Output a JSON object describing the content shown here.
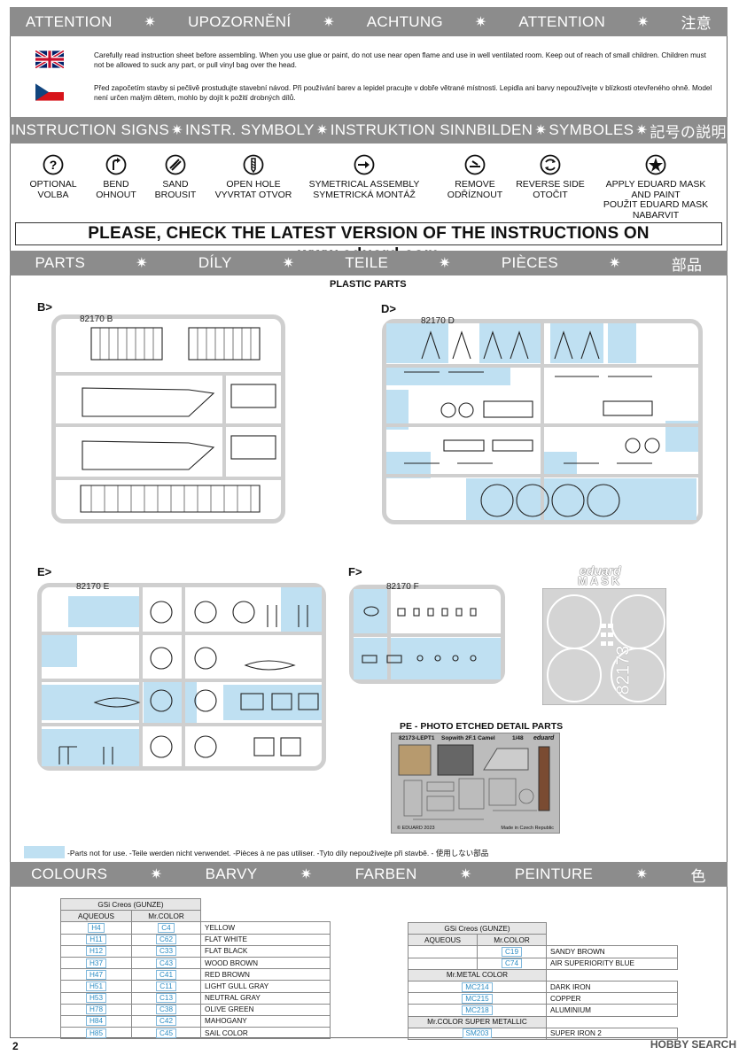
{
  "attention_bar": [
    "ATTENTION",
    "UPOZORNĚNÍ",
    "ACHTUNG",
    "ATTENTION",
    "注意"
  ],
  "warnings": {
    "en": "Carefully read instruction sheet before assembling. When you use glue or paint, do not use near open flame and use in well ventilated room. Keep out of reach of small children. Children must not be allowed to suck any part, or pull vinyl bag over the head.",
    "cz": "Před započetím stavby si pečlivě prostudujte stavební návod. Při používání barev a lepidel pracujte v dobře větrané místnosti. Lepidla ani barvy nepoužívejte v blízkosti otevřeného ohně. Model není určen malým dětem, mohlo by dojít k požití drobných dílů."
  },
  "signs_bar": [
    "INSTRUCTION SIGNS",
    "INSTR. SYMBOLY",
    "INSTRUKTION SINNBILDEN",
    "SYMBOLES",
    "記号の説明"
  ],
  "signs": [
    {
      "icon": "question-icon",
      "l1": "OPTIONAL",
      "l2": "VOLBA",
      "l3": "",
      "l4": ""
    },
    {
      "icon": "bend-icon",
      "l1": "BEND",
      "l2": "OHNOUT",
      "l3": "",
      "l4": ""
    },
    {
      "icon": "sand-icon",
      "l1": "SAND",
      "l2": "BROUSIT",
      "l3": "",
      "l4": ""
    },
    {
      "icon": "drill-icon",
      "l1": "OPEN HOLE",
      "l2": "VYVRTAT OTVOR",
      "l3": "",
      "l4": ""
    },
    {
      "icon": "symmetry-icon",
      "l1": "SYMETRICAL ASSEMBLY",
      "l2": "SYMETRICKÁ MONTÁŽ",
      "l3": "",
      "l4": ""
    },
    {
      "icon": "remove-icon",
      "l1": "REMOVE",
      "l2": "ODŘÍZNOUT",
      "l3": "",
      "l4": ""
    },
    {
      "icon": "reverse-icon",
      "l1": "REVERSE SIDE",
      "l2": "OTOČIT",
      "l3": "",
      "l4": ""
    },
    {
      "icon": "star-mask-icon",
      "l1": "APPLY EDUARD MASK",
      "l2": "AND PAINT",
      "l3": "POUŽIT EDUARD MASK",
      "l4": "NABARVIT"
    }
  ],
  "check_text": "PLEASE, CHECK THE LATEST VERSION OF THE INSTRUCTIONS ON www.eduard.com",
  "parts_bar": [
    "PARTS",
    "DÍLY",
    "TEILE",
    "PIÈCES",
    "部品"
  ],
  "plastic_parts_title": "PLASTIC PARTS",
  "sprues": {
    "B": {
      "label": "B>",
      "code": "82170 B"
    },
    "D": {
      "label": "D>",
      "code": "82170 D"
    },
    "E": {
      "label": "E>",
      "code": "82170 E"
    },
    "F": {
      "label": "F>",
      "code": "82170 F"
    }
  },
  "mask": {
    "brand": "eduard",
    "title": "MASK",
    "code": "82173"
  },
  "pe": {
    "title": "PE - PHOTO ETCHED DETAIL PARTS",
    "fret_code": "82173-LEPT1",
    "fret_name": "Sopwith 2F.1 Camel",
    "scale": "1/48",
    "brand": "eduard",
    "copyright": "© EDUARD 2023",
    "made_in": "Made in Czech Republic"
  },
  "legend_text": "-Parts not for use. -Teile werden nicht verwendet. -Pièces à ne pas utiliser. -Tyto díly nepoužívejte při stavbě. -   使用しない部品",
  "colours_bar": [
    "COLOURS",
    "BARVY",
    "FARBEN",
    "PEINTURE",
    "色"
  ],
  "colors_left": {
    "brand": "GSi Creos (GUNZE)",
    "h_aq": "AQUEOUS",
    "h_mr": "Mr.COLOR",
    "rows": [
      {
        "aq": "H4",
        "mr": "C4",
        "name": "YELLOW"
      },
      {
        "aq": "H11",
        "mr": "C62",
        "name": "FLAT WHITE"
      },
      {
        "aq": "H12",
        "mr": "C33",
        "name": "FLAT BLACK"
      },
      {
        "aq": "H37",
        "mr": "C43",
        "name": "WOOD BROWN"
      },
      {
        "aq": "H47",
        "mr": "C41",
        "name": "RED BROWN"
      },
      {
        "aq": "H51",
        "mr": "C11",
        "name": "LIGHT GULL GRAY"
      },
      {
        "aq": "H53",
        "mr": "C13",
        "name": "NEUTRAL GRAY"
      },
      {
        "aq": "H78",
        "mr": "C38",
        "name": "OLIVE GREEN"
      },
      {
        "aq": "H84",
        "mr": "C42",
        "name": "MAHOGANY"
      },
      {
        "aq": "H85",
        "mr": "C45",
        "name": "SAIL COLOR"
      }
    ]
  },
  "colors_right": {
    "brand": "GSi Creos (GUNZE)",
    "h_aq": "AQUEOUS",
    "h_mr": "Mr.COLOR",
    "rows": [
      {
        "aq": "",
        "mr": "C19",
        "name": "SANDY BROWN"
      },
      {
        "aq": "",
        "mr": "C74",
        "name": "AIR SUPERIORITY BLUE"
      }
    ],
    "metal_header": "Mr.METAL COLOR",
    "metal_rows": [
      {
        "code": "MC214",
        "name": "DARK IRON"
      },
      {
        "code": "MC215",
        "name": "COPPER"
      },
      {
        "code": "MC218",
        "name": "ALUMINIUM"
      }
    ],
    "super_header": "Mr.COLOR SUPER METALLIC",
    "super_rows": [
      {
        "code": "SM203",
        "name": "SUPER IRON 2"
      }
    ]
  },
  "page_number": "2",
  "watermark": "HOBBY SEARCH"
}
